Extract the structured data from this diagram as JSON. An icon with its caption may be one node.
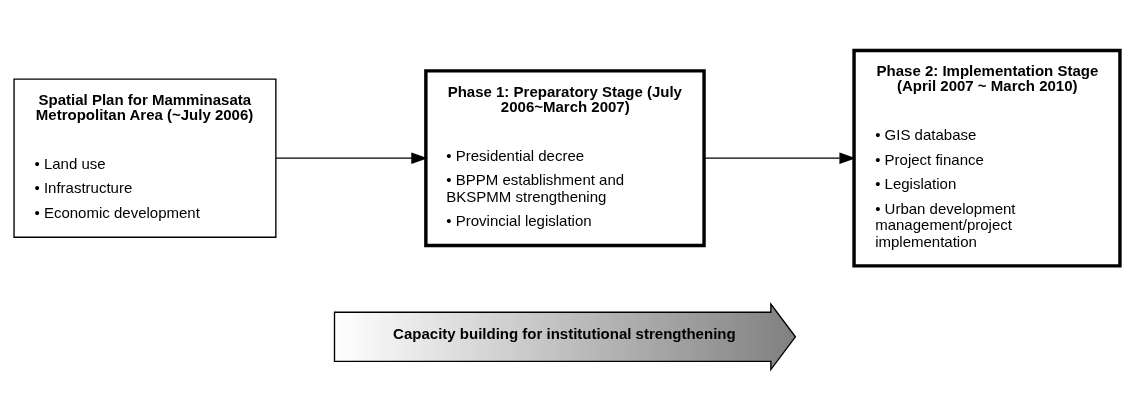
{
  "diagram": {
    "nodes": [
      {
        "text": [
          "Spatial Plan for Mamminasata Metropolitan Area (~July 2006)",
          "• Land use",
          "• Infrastructure",
          "• Economic development"
        ]
      },
      {
        "text": [
          "Phase 1: Preparatory Stage (July 2006~March 2007)",
          "• Presidential decree",
          "• BPPM establishment and BKSPMM strengthening",
          "• Provincial legislation"
        ]
      },
      {
        "text": [
          "Phase 2: Implementation Stage (April 2007 ~ March 2010)",
          "• GIS database",
          "• Project finance",
          "• Legislation",
          "• Urban development management/project implementation"
        ]
      },
      {
        "text": [
          "Capacity building for institutional strengthening"
        ]
      }
    ],
    "edges": [
      {
        "from": 0,
        "to": 1,
        "arrow": "to"
      },
      {
        "from": 1,
        "to": 2,
        "arrow": "to"
      }
    ]
  }
}
